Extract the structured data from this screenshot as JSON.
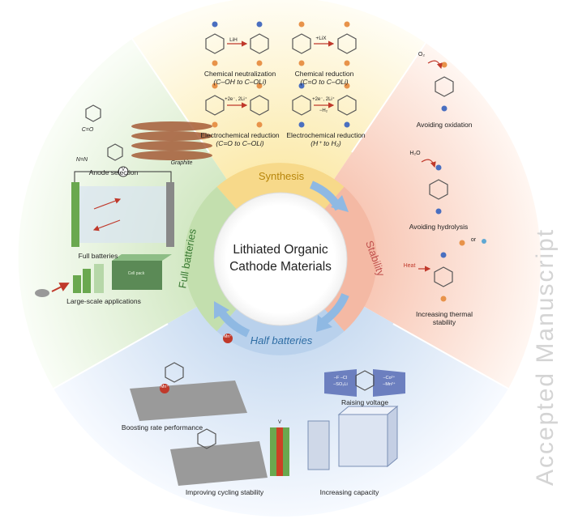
{
  "center": {
    "line1": "Lithiated Organic",
    "line2": "Cathode Materials"
  },
  "ring": {
    "synthesis": "Synthesis",
    "stability": "Stability",
    "half_batteries": "Half batteries",
    "full_batteries": "Full batteries"
  },
  "synthesis_panel": {
    "chem_neutralization": "Chemical neutralization",
    "chem_neutralization_sub": "(C–OH to C–OLi)",
    "chem_reduction": "Chemical reduction",
    "chem_reduction_sub": "(C=O to C–OLi)",
    "electrochem_reduction_1": "Electrochemical reduction",
    "electrochem_reduction_1_sub": "(C=O to C–OLi)",
    "electrochem_reduction_2": "Electrochemical reduction",
    "electrochem_reduction_2_sub": "(H⁺ to H₂)",
    "reagent_lih": "LiH",
    "reagent_lix": "+LiX",
    "reagent_2e_a": "+2e⁻, 2Li⁺",
    "reagent_2e_b": "+2e⁻, 2Li⁺",
    "reagent_h2": "−H₂"
  },
  "stability_panel": {
    "avoiding_oxidation": "Avoiding oxidation",
    "avoiding_hydrolysis": "Avoiding hydrolysis",
    "thermal_line1": "Increasing thermal",
    "thermal_line2": "stability",
    "o2": "O₂",
    "h2o": "H₂O",
    "heat": "Heat",
    "or": "or"
  },
  "half_panel": {
    "boosting_rate": "Boosting rate performance",
    "raising_voltage": "Raising voltage",
    "improving_cycling": "Improving cycling stability",
    "increasing_capacity": "Increasing capacity",
    "mn": "Mn⁺",
    "v": "V",
    "substituents_left": "–F –Cl",
    "substituents_left2": "–SO₃Li",
    "substituents_right": "–Co²⁺",
    "substituents_right2": "–Mn²⁺"
  },
  "full_panel": {
    "anode_selection": "Anode selection",
    "c_o": "C=O",
    "n_n": "N=N",
    "graphite": "Graphite",
    "full_batteries": "Full batteries",
    "large_scale": "Large-scale applications",
    "v": "V",
    "cell_label": "Cell pack"
  },
  "watermark": "Accepted Manuscript",
  "colors": {
    "synthesis_bg": "#fdf6dc",
    "stability_bg": "#fde6dc",
    "half_bg": "#e3edf8",
    "full_bg": "#e6f2dd",
    "arrow": "#9cc3e6",
    "synthesis_text": "#b8860b",
    "stability_text": "#c0504d",
    "half_text": "#2e6da4",
    "full_text": "#3a7a34"
  }
}
